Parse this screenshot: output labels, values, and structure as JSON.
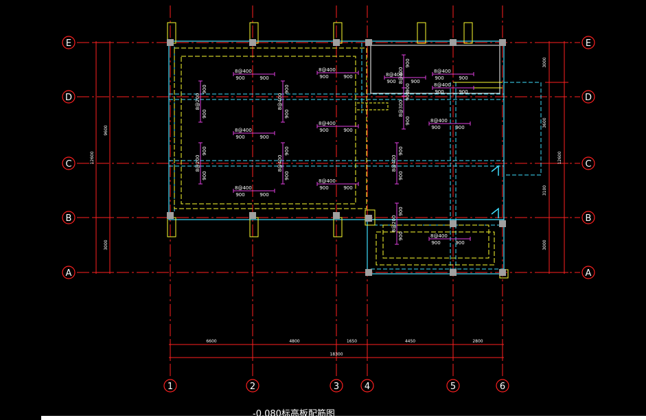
{
  "title": "-0.080标高板配筋图",
  "grid": {
    "horizontal_labels": [
      "E",
      "D",
      "C",
      "B",
      "A"
    ],
    "vertical_labels": [
      "1",
      "2",
      "3",
      "4",
      "5",
      "6"
    ]
  },
  "dimensions": {
    "bottom_spans": [
      "6600",
      "4800",
      "1650",
      "4450",
      "2800"
    ],
    "bottom_total": "18300",
    "right_spans": [
      "3000",
      "3600",
      "3100",
      "3000"
    ],
    "right_total": "12600",
    "left_span_upper": "9600",
    "left_span_lower": "3000",
    "left_total": "12600"
  },
  "rebar": {
    "label_400": "8@400",
    "label_200": "8@200",
    "label_300": "8@300",
    "span_900": "900"
  },
  "colors": {
    "background": "#000000",
    "axis_lines": "#ff2020",
    "walls": "#40e0ff",
    "columns": "#a0a0a0",
    "beams_yellow": "#ffff30",
    "rebar_magenta": "#e040e0",
    "text": "#ffffff"
  }
}
